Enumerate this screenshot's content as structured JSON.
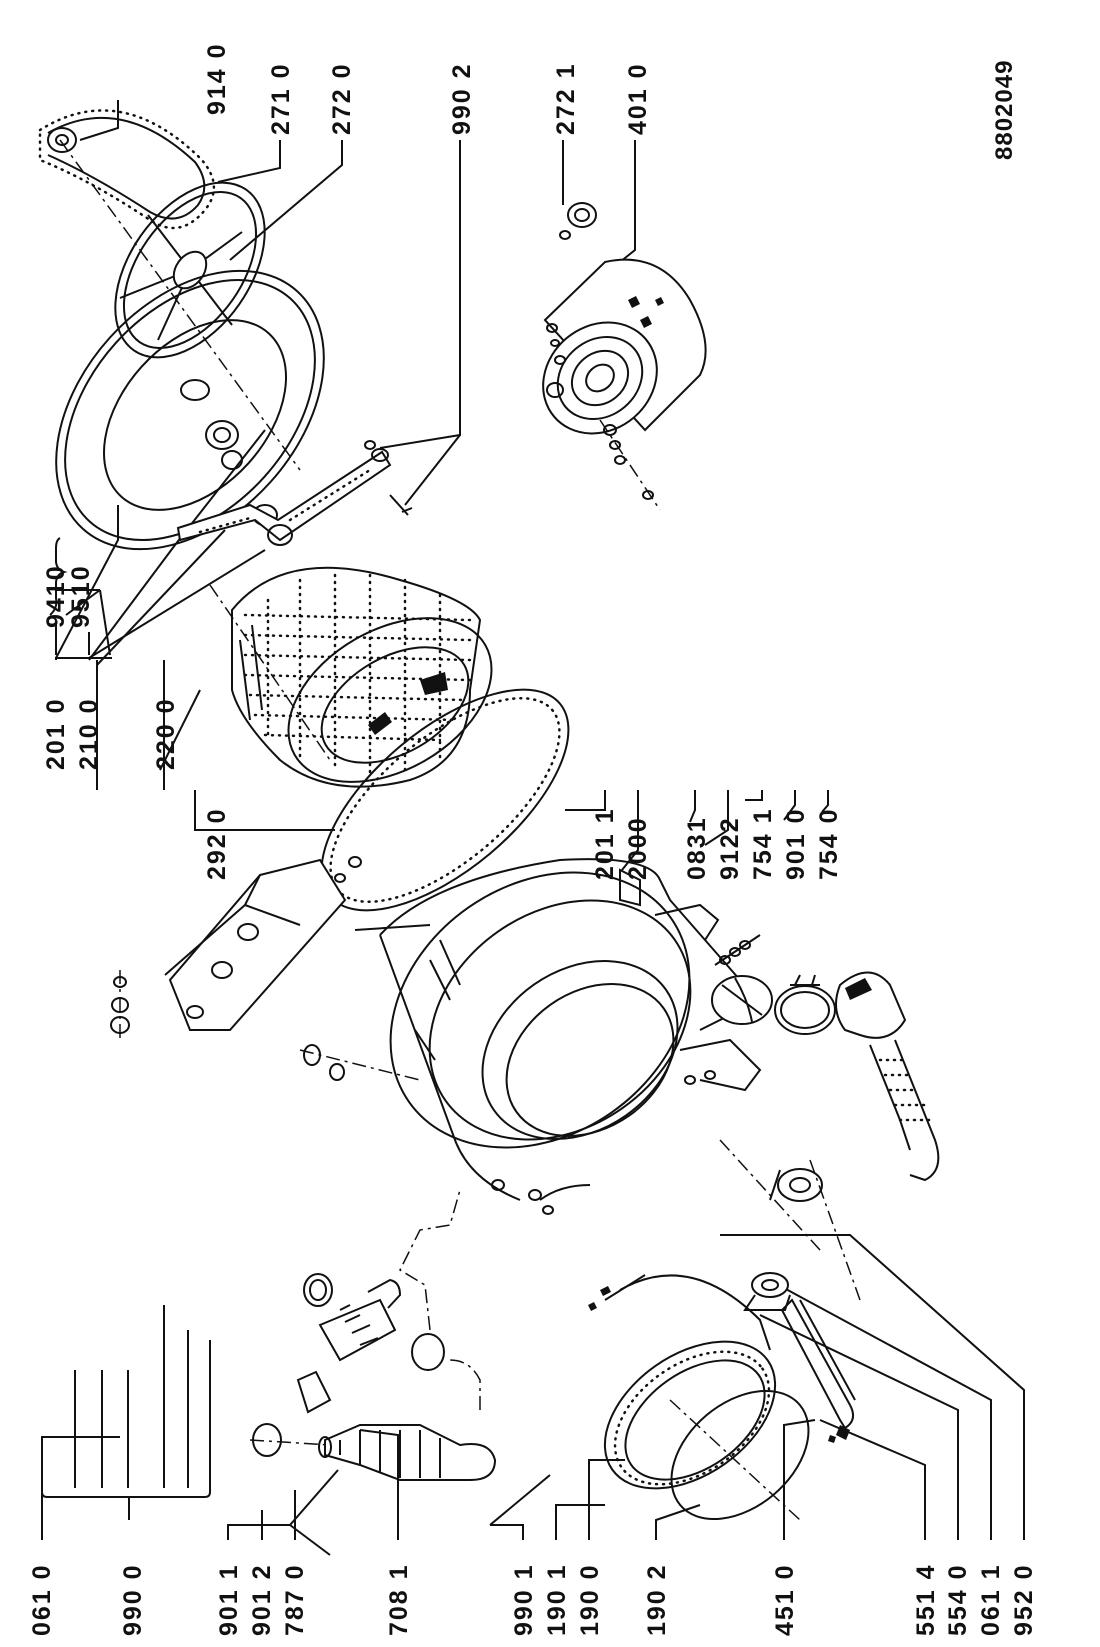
{
  "diagram": {
    "drawing_number": "8802049",
    "labels": {
      "p0610_top": "061 0",
      "p9900": "990 0",
      "p9011": "901 1",
      "p9012": "901 2",
      "p7870": "787 0",
      "p7081": "708 1",
      "p9901": "990 1",
      "p1901": "190 1",
      "p1900": "190 0",
      "p1902": "190 2",
      "p4510": "451 0",
      "p5514": "551 4",
      "p5540": "554 0",
      "p0611": "061 1",
      "p9520": "952 0",
      "p2010": "201 0",
      "p2100": "210 0",
      "p2200": "220 0",
      "p2920": "292 0",
      "p9410": "9410",
      "p9510": "9510",
      "p2011": "201 1",
      "p2000": "2000",
      "p0831": "0831",
      "p9122": "9122",
      "p7541": "754 1",
      "p9010": "901 0",
      "p7540": "754 0",
      "p9140": "914 0",
      "p2710": "271 0",
      "p2720": "272 0",
      "p9902": "990 2",
      "p2721": "272 1",
      "p4010": "401 0"
    }
  }
}
